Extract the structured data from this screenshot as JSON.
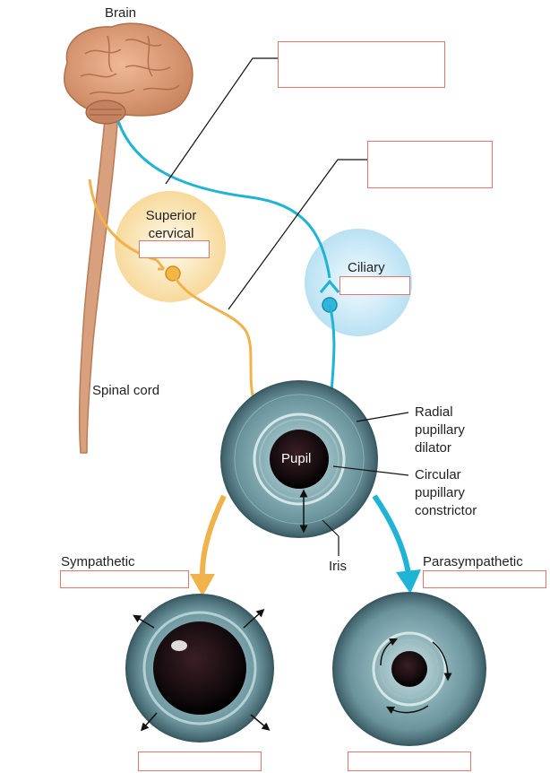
{
  "labels": {
    "brain": "Brain",
    "superior_cervical_line1": "Superior",
    "superior_cervical_line2": "cervical",
    "ciliary": "Ciliary",
    "spinal_cord": "Spinal cord",
    "pupil": "Pupil",
    "radial_line1": "Radial",
    "radial_line2": "pupillary",
    "radial_line3": "dilator",
    "circular_line1": "Circular",
    "circular_line2": "pupillary",
    "circular_line3": "constrictor",
    "iris": "Iris",
    "sympathetic": "Sympathetic",
    "parasympathetic": "Parasympathetic"
  },
  "answer_blanks": [
    {
      "id": "blank-1",
      "value": ""
    },
    {
      "id": "blank-2",
      "value": ""
    },
    {
      "id": "blank-3",
      "value": ""
    },
    {
      "id": "blank-4",
      "value": ""
    },
    {
      "id": "blank-5",
      "value": ""
    },
    {
      "id": "blank-6",
      "value": ""
    },
    {
      "id": "blank-7",
      "value": ""
    },
    {
      "id": "blank-8",
      "value": ""
    }
  ],
  "colors": {
    "sympathetic_nerve": "#f0b24a",
    "parasympathetic_nerve": "#1fb3d6",
    "blank_border": "#e3766e",
    "iris": "#6f9aa3",
    "brain": "#e2a07a"
  }
}
